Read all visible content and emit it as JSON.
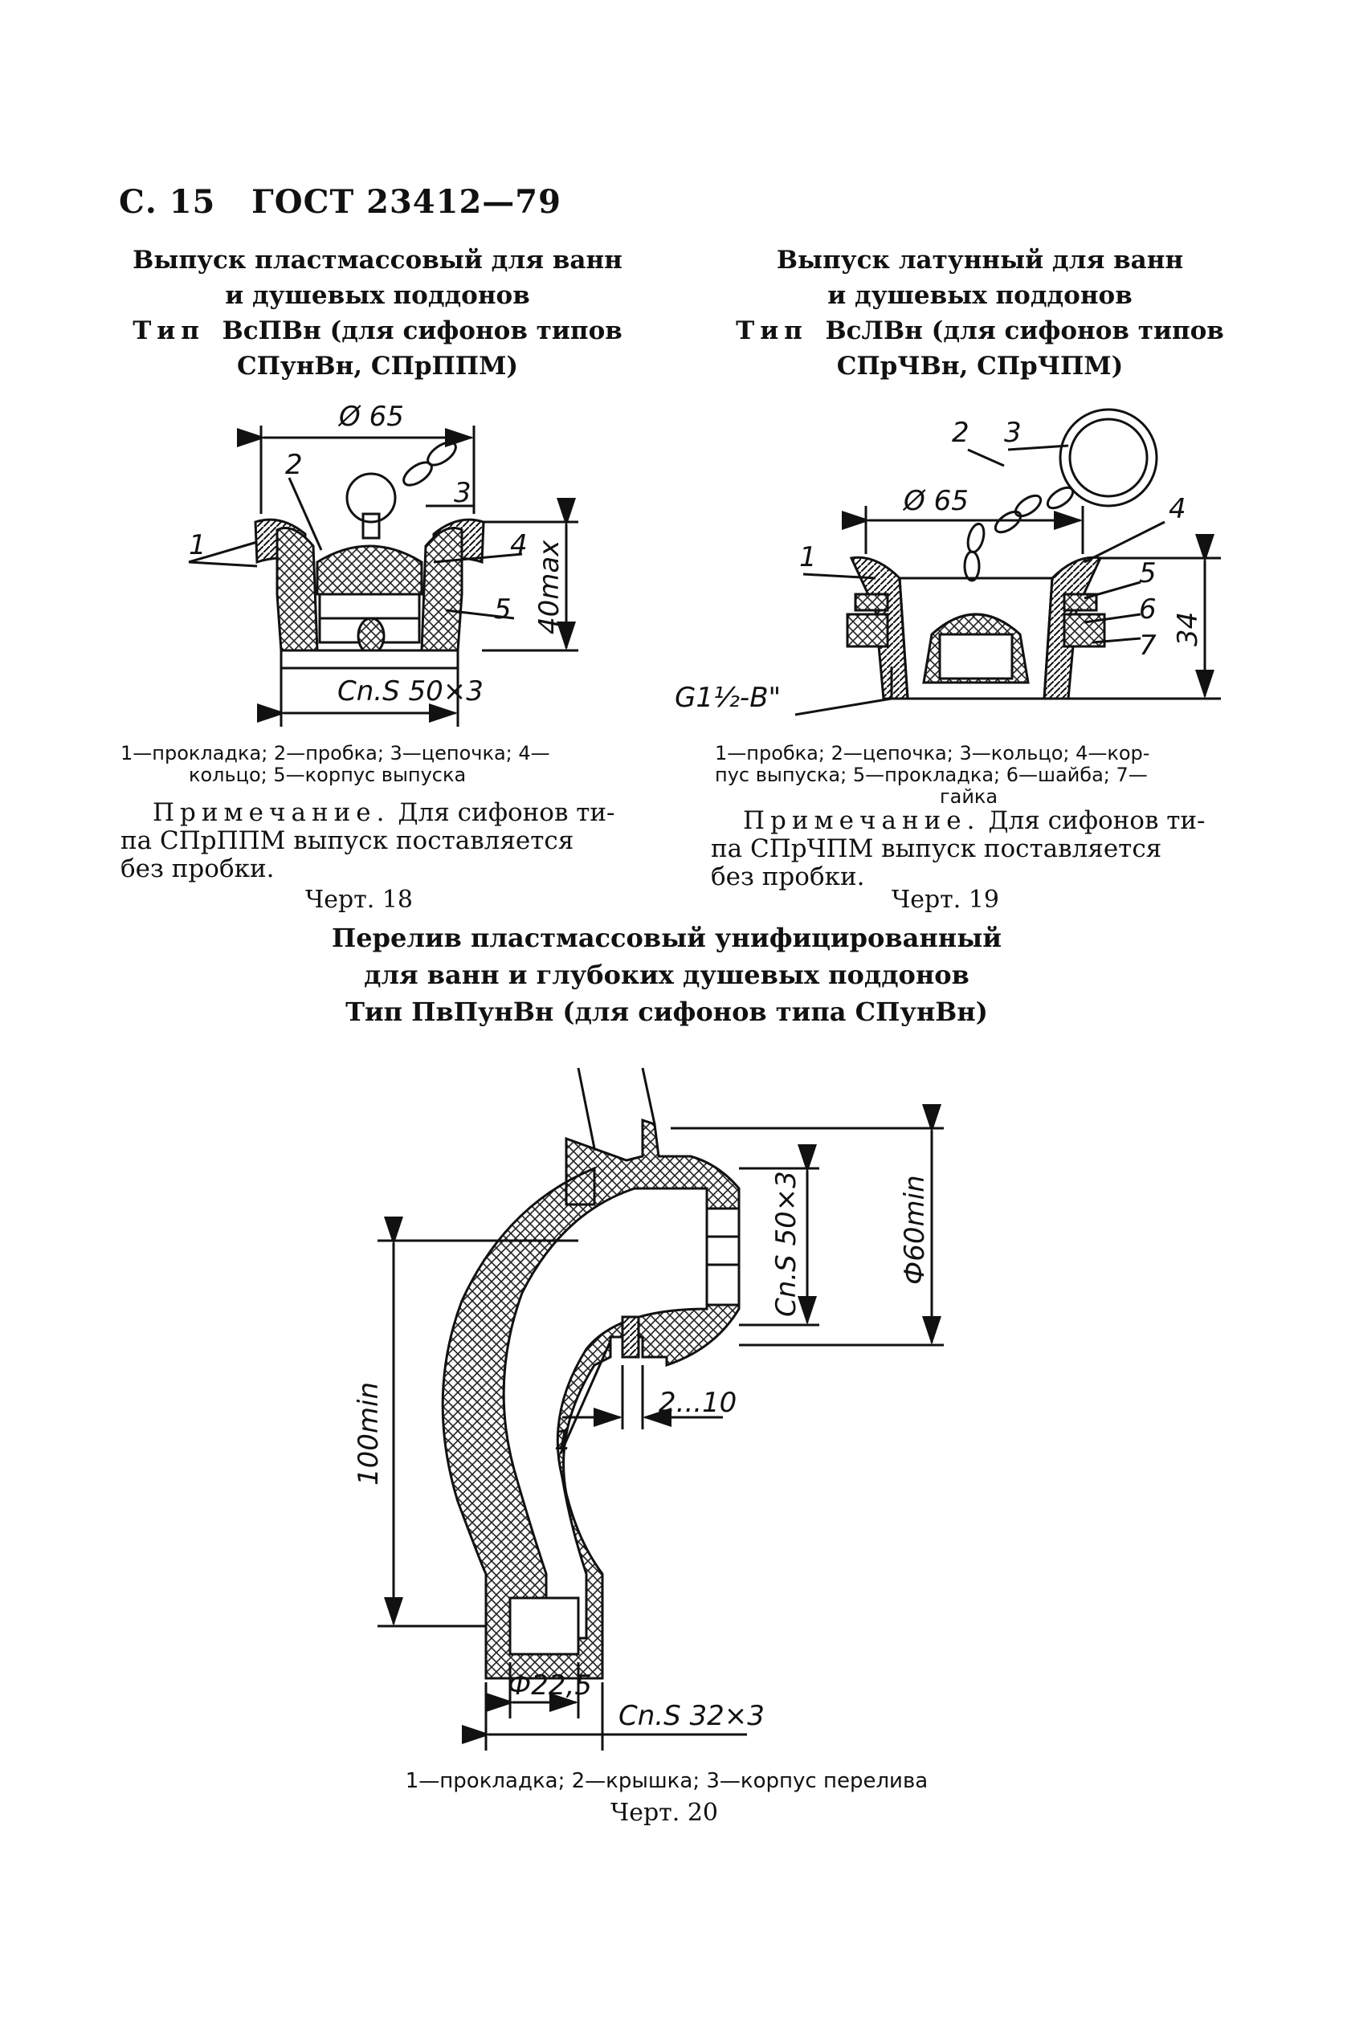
{
  "header": {
    "page": "С. 15",
    "standard": "ГОСТ 23412—79"
  },
  "fig18": {
    "title1": "Выпуск пластмассовый для ванн",
    "title2": "и душевых поддонов",
    "tip": "Тип",
    "title3": "ВсПВн (для сифонов типов",
    "title4": "СПунВн, СПрППМ)",
    "dim_d": "Ø 65",
    "dim_h": "40max",
    "dim_thread": "Cn.S 50×3",
    "callouts": [
      "1",
      "2",
      "3",
      "4",
      "5"
    ],
    "legend1": "1—прокладка; 2—пробка; 3—цепочка; 4—",
    "legend2": "кольцо; 5—корпус выпуска",
    "note_label": "Примечание.",
    "note1": "Для сифонов ти-",
    "note2": "па СПрППМ выпуск поставляется",
    "note3": "без пробки.",
    "label": "Черт. 18"
  },
  "fig19": {
    "title1": "Выпуск латунный для ванн",
    "title2": "и душевых поддонов",
    "tip": "Тип",
    "title3": "ВсЛВн (для сифонов типов",
    "title4": "СПрЧВн, СПрЧПМ)",
    "dim_d": "Ø 65",
    "dim_h": "34",
    "dim_thread": "G1½-B\"",
    "callouts": [
      "1",
      "2",
      "3",
      "4",
      "5",
      "6",
      "7"
    ],
    "legend1": "1—пробка; 2—цепочка; 3—кольцо; 4—кор-",
    "legend2": "пус выпуска; 5—прокладка; 6—шайба; 7—",
    "legend3": "гайка",
    "note_label": "Примечание.",
    "note1": "Для сифонов ти-",
    "note2": "па СПрЧПМ выпуск поставляется",
    "note3": "без пробки.",
    "label": "Черт. 19"
  },
  "fig20": {
    "title1": "Перелив пластмассовый унифицированный",
    "title2": "для ванн и глубоких душевых поддонов",
    "title3": "Тип ПвПунВн (для сифонов типа СПунВн)",
    "dim_left": "100min",
    "dim_right": "Ф60min",
    "dim_thread_top": "Cn.S 50×3",
    "dim_gap": "2...10",
    "dim_pipe": "Ф22,5",
    "dim_thread_bottom": "Cn.S 32×3",
    "callouts": [
      "1"
    ],
    "legend": "1—прокладка; 2—крышка; 3—корпус перелива",
    "label": "Черт. 20"
  }
}
